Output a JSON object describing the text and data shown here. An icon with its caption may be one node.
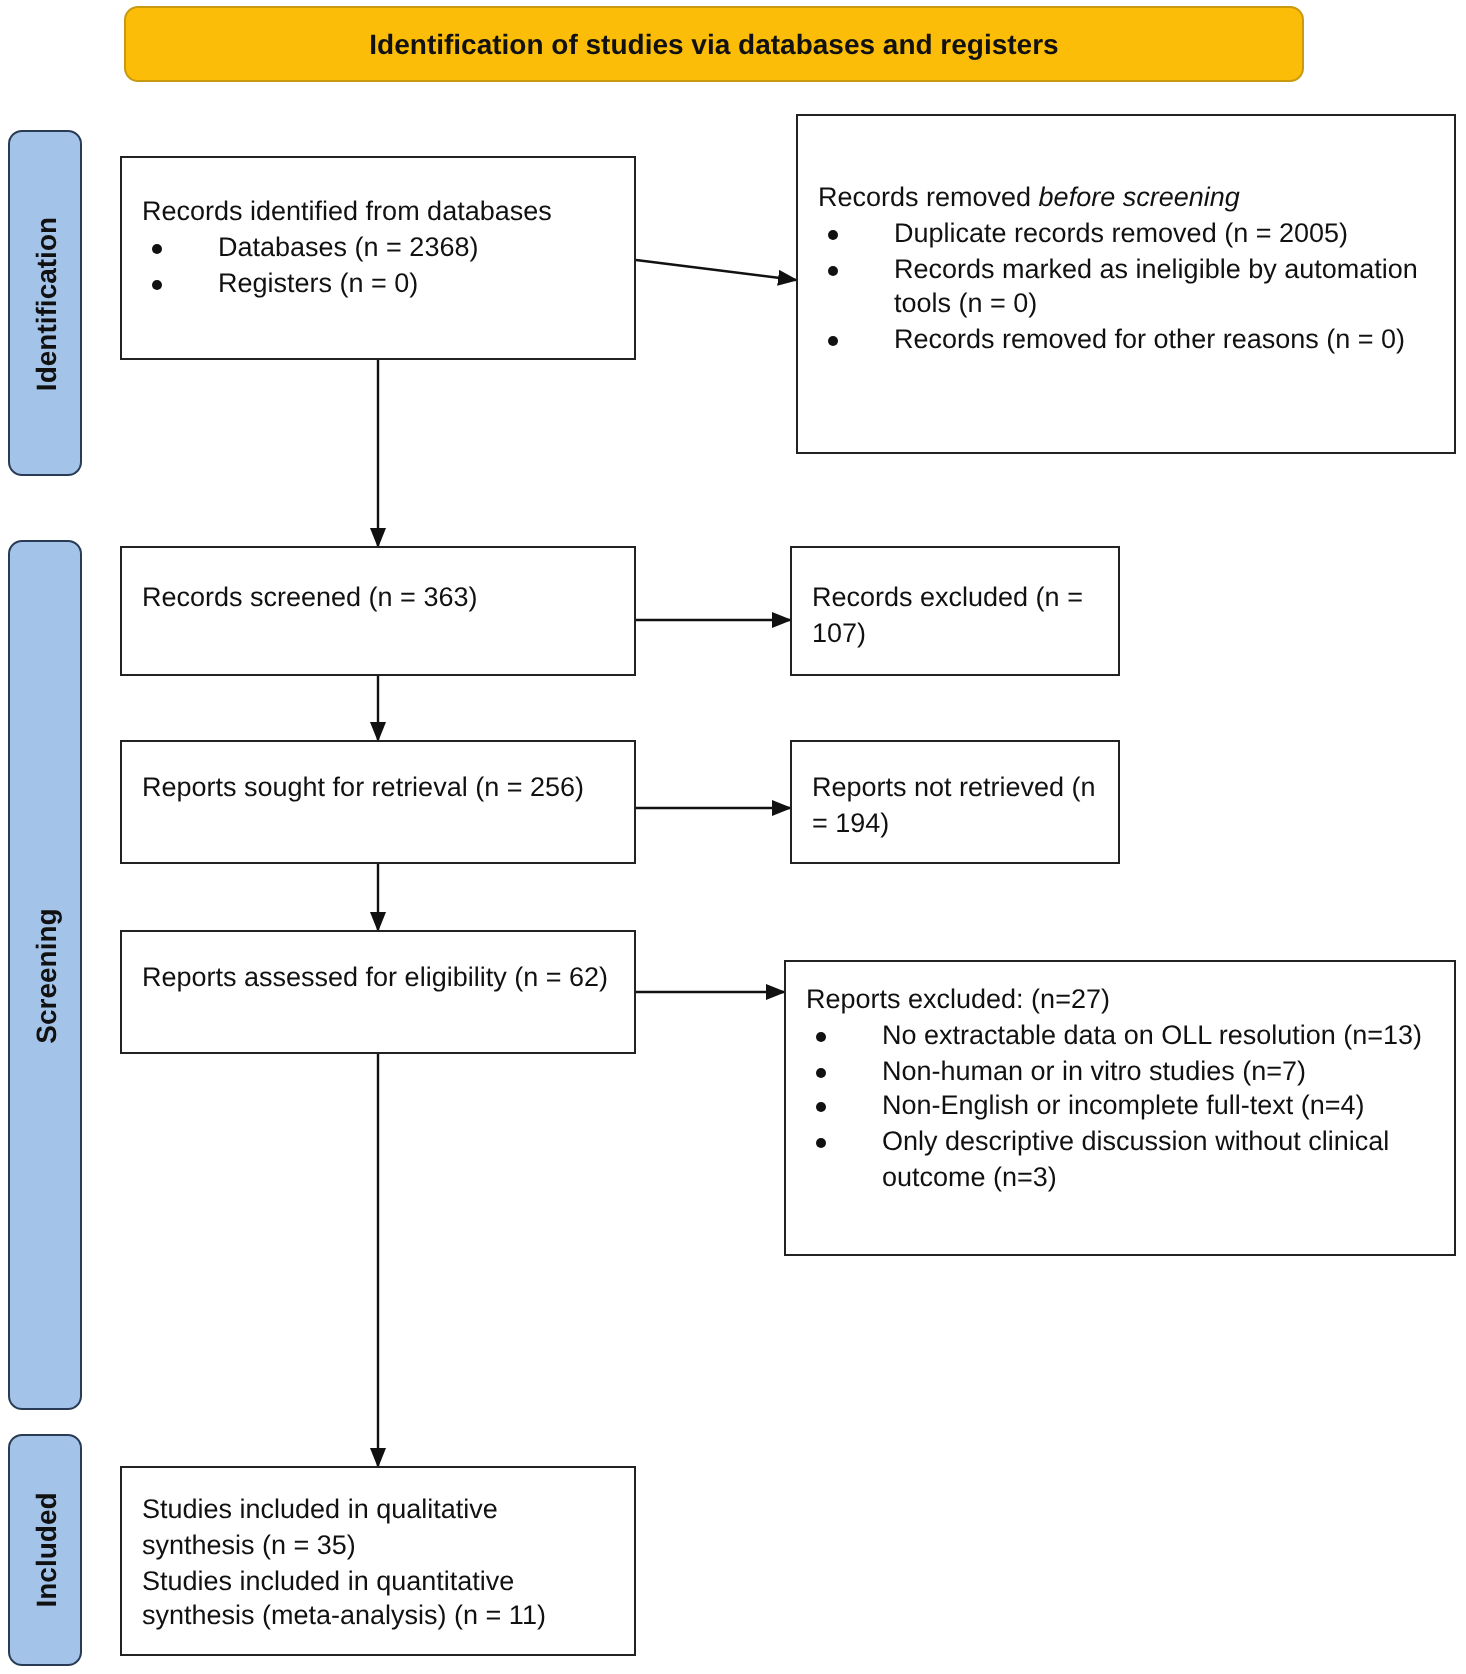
{
  "diagram": {
    "nodes": [
      {
        "text": [
          "Identification of studies via databases and registers"
        ]
      },
      {
        "text": [
          "Identification"
        ]
      },
      {
        "text": [
          "Screening"
        ]
      },
      {
        "text": [
          "Included"
        ]
      },
      {
        "text": [
          "Records identified from databases",
          "Databases (n = 2368)",
          "Registers (n = 0)"
        ]
      },
      {
        "text": [
          "Records removed *before screening*",
          "Duplicate records removed  (n = 2005)",
          "Records marked as ineligible by automation tools (n = 0)",
          "Records removed for other reasons (n = 0)"
        ]
      },
      {
        "text": [
          "Records screened (n = 363)"
        ]
      },
      {
        "text": [
          "Records excluded (n = 107)"
        ]
      },
      {
        "text": [
          "Reports sought for retrieval (n = 256)"
        ]
      },
      {
        "text": [
          "Reports not retrieved (n = 194)"
        ]
      },
      {
        "text": [
          "Reports assessed for eligibility (n = 62)"
        ]
      },
      {
        "text": [
          "Reports excluded: (n=27)",
          "No extractable data on OLL resolution (n=13)",
          "Non-human or in vitro studies (n=7)",
          "Non-English or incomplete full-text (n=4)",
          "Only descriptive discussion without clinical outcome (n=3)"
        ]
      },
      {
        "text": [
          "Studies included in qualitative synthesis (n = 35)",
          "Studies included in quantitative synthesis (meta-analysis) (n = 11)"
        ]
      }
    ],
    "edges": [
      {
        "from": 4,
        "to": 5,
        "arrow": "to"
      },
      {
        "from": 4,
        "to": 6,
        "arrow": "to"
      },
      {
        "from": 6,
        "to": 7,
        "arrow": "to"
      },
      {
        "from": 6,
        "to": 8,
        "arrow": "to"
      },
      {
        "from": 8,
        "to": 9,
        "arrow": "to"
      },
      {
        "from": 8,
        "to": 10,
        "arrow": "to"
      },
      {
        "from": 10,
        "to": 11,
        "arrow": "to"
      },
      {
        "from": 10,
        "to": 12,
        "arrow": "to"
      }
    ]
  }
}
